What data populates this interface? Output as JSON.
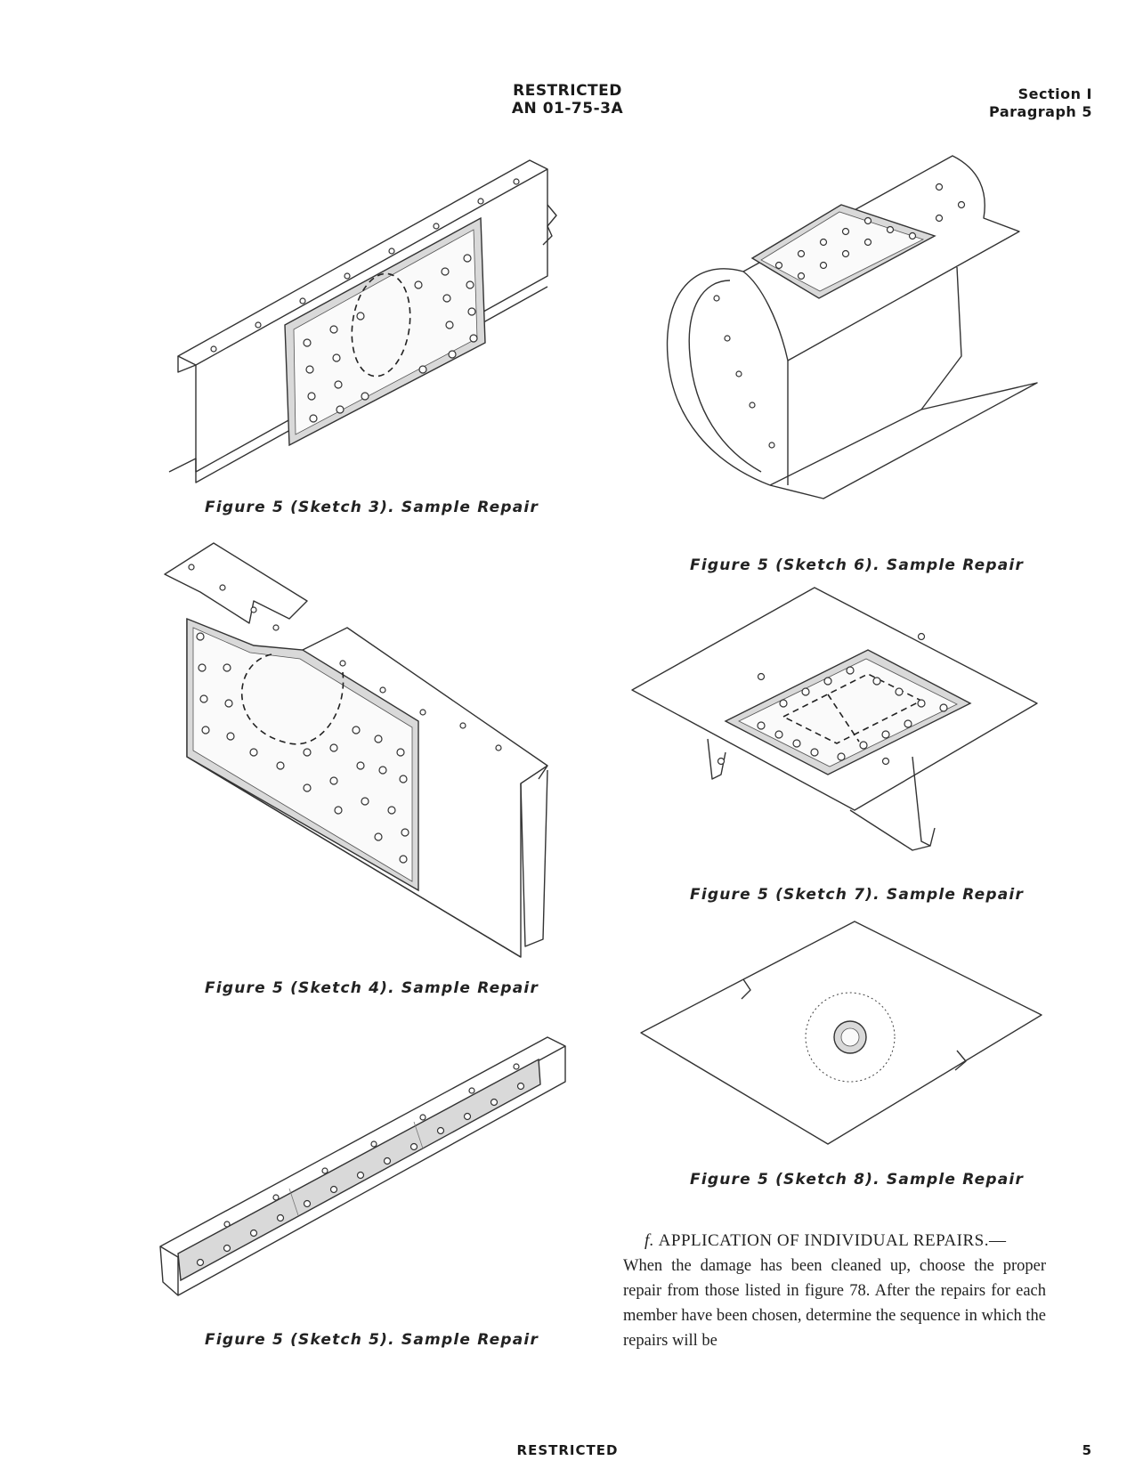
{
  "header": {
    "classification": "RESTRICTED",
    "doc_number": "AN 01-75-3A",
    "section": "Section I",
    "paragraph": "Paragraph 5"
  },
  "figures": [
    {
      "caption": "Figure 5 (Sketch 3). Sample Repair"
    },
    {
      "caption": "Figure 5 (Sketch 4). Sample Repair"
    },
    {
      "caption": "Figure 5 (Sketch 5). Sample Repair"
    },
    {
      "caption": "Figure 5 (Sketch 6). Sample Repair"
    },
    {
      "caption": "Figure 5 (Sketch 7). Sample Repair"
    },
    {
      "caption": "Figure 5 (Sketch 8). Sample Repair"
    }
  ],
  "body": {
    "heading_marker": "f.",
    "heading_title": "APPLICATION OF INDIVIDUAL REPAIRS.—",
    "text": "When the damage has been cleaned up, choose the proper repair from those listed in figure 78. After the repairs for each member have been chosen, determine the sequence in which the repairs will be"
  },
  "footer": {
    "classification": "RESTRICTED",
    "page_number": "5"
  }
}
